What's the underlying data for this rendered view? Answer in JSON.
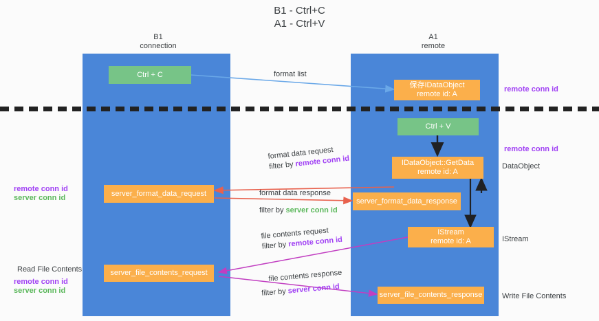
{
  "title": "B1 - Ctrl+C\nA1 - Ctrl+V",
  "columns": {
    "left": {
      "name": "B1",
      "role": "connection",
      "label": "B1\nconnection"
    },
    "right": {
      "name": "A1",
      "role": "remote",
      "label": "A1\nremote"
    }
  },
  "nodes": {
    "ctrl_c": {
      "label": "Ctrl + C",
      "color": "#77c487"
    },
    "save_idataobject": {
      "label": "保存IDataObject\nremote id: A",
      "color": "#fbaf4b"
    },
    "ctrl_v": {
      "label": "Ctrl + V",
      "color": "#77c487"
    },
    "getdata": {
      "label": "IDataObject::GetData\nremote id: A",
      "color": "#fbaf4b"
    },
    "server_format_data_request": {
      "label": "server_format_data_request",
      "color": "#fbaf4b"
    },
    "server_format_data_response": {
      "label": "server_format_data_response",
      "color": "#fbaf4b"
    },
    "istream": {
      "label": "IStream\nremote id: A",
      "color": "#fbaf4b"
    },
    "server_file_contents_request": {
      "label": "server_file_contents_request",
      "color": "#fbaf4b"
    },
    "server_file_contents_response": {
      "label": "server_file_contents_response",
      "color": "#fbaf4b"
    }
  },
  "edge_labels": {
    "format_list": "format list",
    "format_data_request": "format data request",
    "format_data_request_filter_prefix": "filter by ",
    "format_data_request_filter_key": "remote conn id",
    "format_data_response": "format data response",
    "format_data_response_filter_prefix": "filter by ",
    "format_data_response_filter_key": "server conn id",
    "file_contents_request": "file contents request",
    "file_contents_request_filter_prefix": "filter by ",
    "file_contents_request_filter_key": "remote conn id",
    "file_contents_response": "file contents response",
    "file_contents_response_filter_prefix": "filter by ",
    "file_contents_response_filter_key": "server conn id"
  },
  "annotations": {
    "right_remote_conn_id_top": "remote conn id",
    "right_remote_conn_id_mid": "remote conn id",
    "right_dataobject": "DataObject",
    "right_istream": "IStream",
    "right_write_file_contents": "Write File Contents",
    "left_remote_conn_id": "remote conn id",
    "left_server_conn_id": "server conn id",
    "left_read_file_contents": "Read File Contents",
    "left_remote_conn_id_2": "remote conn id",
    "left_server_conn_id_2": "server conn id"
  },
  "colors": {
    "lane": "#4a86d8",
    "node_green": "#77c487",
    "node_orange": "#fbaf4b",
    "accent_purple": "#a142f4",
    "accent_green": "#5cb85c",
    "arrow_blue": "#6aa8e8",
    "arrow_red": "#e8614d",
    "arrow_magenta": "#c13ec1",
    "arrow_black": "#202124",
    "divider": "#222222"
  }
}
